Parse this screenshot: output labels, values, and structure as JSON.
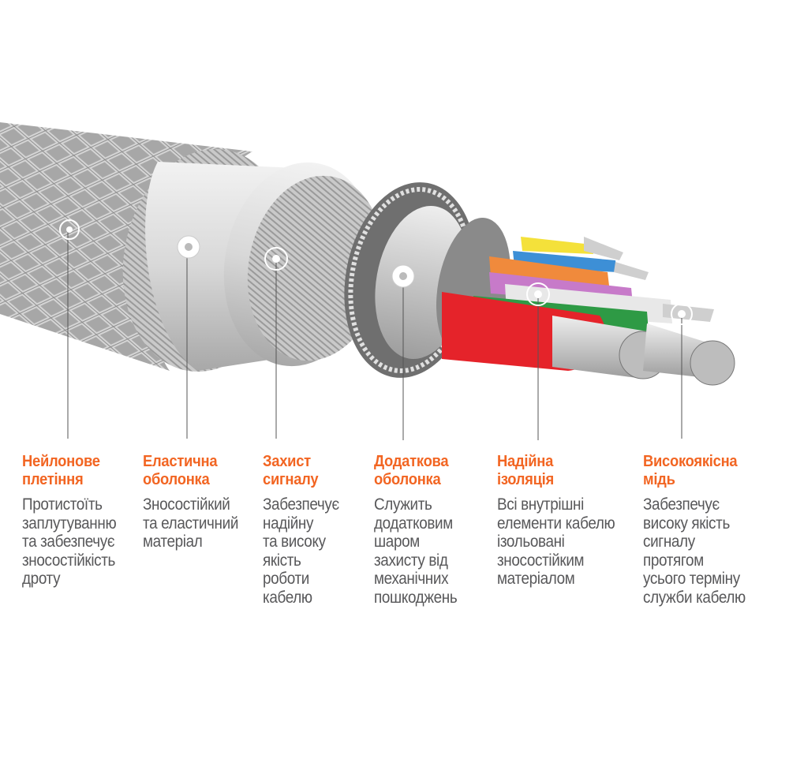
{
  "features": [
    {
      "title": [
        "Нейлонове",
        "плетіння"
      ],
      "body": [
        "Протистоїть",
        "заплутуванню",
        "та забезпечує",
        "зносостійкість",
        "дроту"
      ]
    },
    {
      "title": [
        "Еластична",
        "оболонка"
      ],
      "body": [
        "Зносостійкий",
        "та еластичний",
        "матеріал"
      ]
    },
    {
      "title": [
        "Захист",
        "сигналу"
      ],
      "body": [
        "Забезпечує",
        "надійну",
        "та високу",
        "якість",
        "роботи",
        "кабелю"
      ]
    },
    {
      "title": [
        "Додаткова",
        "оболонка"
      ],
      "body": [
        "Служить",
        "додатковим",
        "шаром",
        "захисту від",
        "механічних",
        "пошкоджень"
      ]
    },
    {
      "title": [
        "Надійна",
        "ізоляція"
      ],
      "body": [
        "Всі внутрішні",
        "елементи кабелю",
        "ізольовані",
        "зносостійким",
        "матеріалом"
      ]
    },
    {
      "title": [
        "Високоякісна",
        "мідь"
      ],
      "body": [
        "Забезпечує",
        "високу якість",
        "сигналу",
        "протягом",
        "усього терміну",
        "служби кабелю"
      ]
    }
  ],
  "colors": {
    "accent": "#f26522",
    "text": "#58585a",
    "leader": "#555555"
  }
}
